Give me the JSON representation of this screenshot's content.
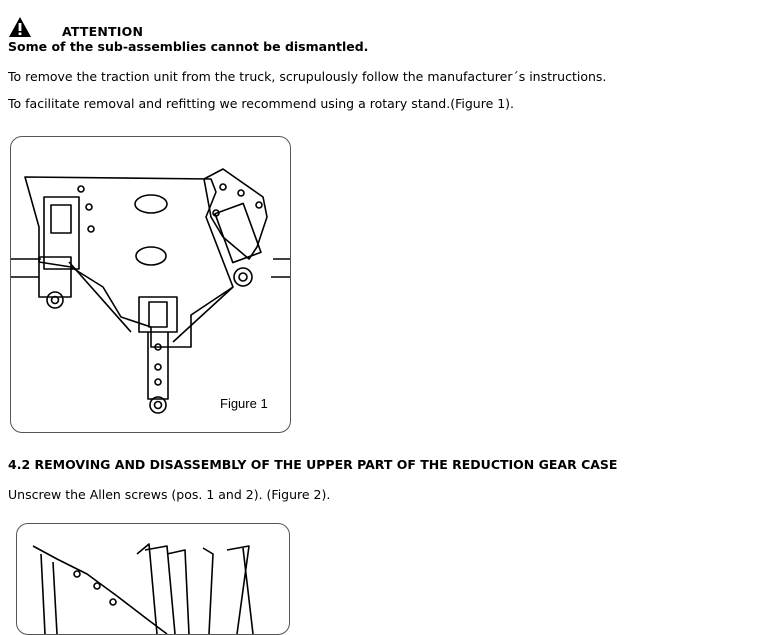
{
  "attention": {
    "title": "ATTENTION",
    "subtitle": "Some of the sub-assemblies cannot be dismantled.",
    "icon": "warning-triangle-icon"
  },
  "paragraphs": {
    "p1": "To remove the traction unit from the truck, scrupulously follow the manufacturer´s instructions.",
    "p2": "To facilitate removal and refitting we recommend using a rotary stand.(Figure 1)."
  },
  "figure1": {
    "caption": "Figure 1"
  },
  "section": {
    "heading": "4.2 REMOVING AND DISASSEMBLY OF THE UPPER PART OF THE REDUCTION GEAR CASE",
    "instruction": "Unscrew the Allen screws (pos. 1 and 2). (Figure 2)."
  }
}
